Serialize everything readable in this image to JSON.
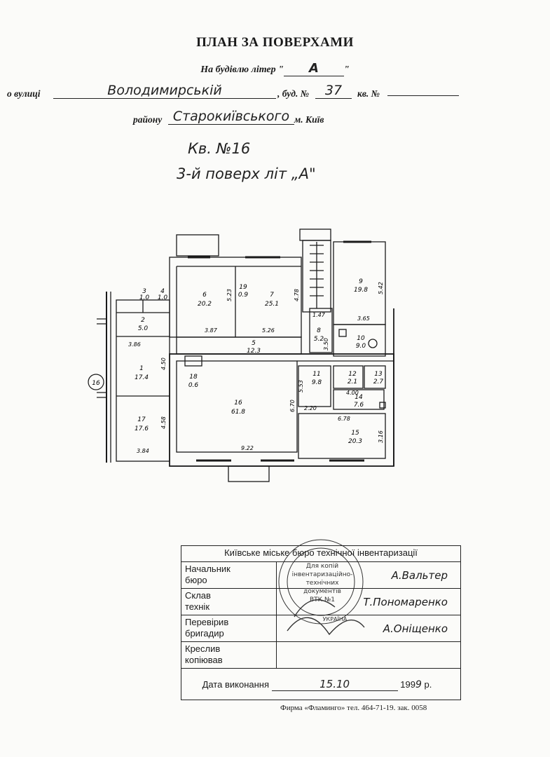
{
  "header": {
    "title": "ПЛАН ЗА ПОВЕРХАМИ",
    "building_prefix": "На будівлю літер \"",
    "building_letter": "А",
    "building_suffix": "\"",
    "street_prefix": "о вулиці",
    "street_value": "Володимирській",
    "house_label": ", буд. №",
    "house_value": "37",
    "apt_label": "кв. №",
    "district_label": "району",
    "district_value": "Старокиївського",
    "city_label": "м. Київ"
  },
  "annotation": {
    "apartment": "Кв. №16",
    "floor": "3-й поверх літ „А\""
  },
  "plan": {
    "circle_label": "16",
    "rooms": [
      {
        "num": "1",
        "area": "17.4"
      },
      {
        "num": "2",
        "area": "5.0"
      },
      {
        "num": "3",
        "area": "1.0"
      },
      {
        "num": "4",
        "area": "1.0"
      },
      {
        "num": "5",
        "area": "12.3"
      },
      {
        "num": "6",
        "area": "20.2"
      },
      {
        "num": "7",
        "area": "25.1"
      },
      {
        "num": "8",
        "area": "5.2"
      },
      {
        "num": "9",
        "area": "19.8"
      },
      {
        "num": "10",
        "area": "9.0"
      },
      {
        "num": "11",
        "area": "9.8"
      },
      {
        "num": "12",
        "area": "2.1"
      },
      {
        "num": "13",
        "area": "2.7"
      },
      {
        "num": "14",
        "area": "7.6"
      },
      {
        "num": "15",
        "area": "20.3"
      },
      {
        "num": "16",
        "area": "61.8"
      },
      {
        "num": "17",
        "area": "17.6"
      },
      {
        "num": "18",
        "area": "0.6"
      },
      {
        "num": "19",
        "area": "0.9"
      }
    ],
    "dims": [
      "3.86",
      "4.50",
      "4.58",
      "3.84",
      "5.23",
      "3.87",
      "5.26",
      "4.78",
      "1.47",
      "3.50",
      "5.42",
      "3.65",
      "5.53",
      "2.20",
      "4.00",
      "6.70",
      "9.22",
      "6.78",
      "3.16"
    ]
  },
  "office": {
    "header": "Київське міське бюро технічної інвентаризації",
    "rows": [
      {
        "role_1": "Начальник",
        "role_2": "бюро",
        "signature": "А.Вальтер"
      },
      {
        "role_1": "Склав",
        "role_2": "технік",
        "signature": "Т.Пономаренко"
      },
      {
        "role_1": "Перевірив",
        "role_2": "бригадир",
        "signature": "А.Оніщенко"
      },
      {
        "role_1": "Креслив",
        "role_2": "копіював",
        "signature": ""
      }
    ],
    "date_label": "Дата виконання",
    "date_value": "15.10",
    "year_prefix": "199",
    "year_digit": "9",
    "year_suffix": "р."
  },
  "stamp": {
    "line1": "Для копій",
    "line2": "інвентаризаційно-",
    "line3": "технічних",
    "line4": "документів",
    "line5": "ВТК №1",
    "ring": "УКРАЇНА"
  },
  "footer": {
    "firm": "Фирма «Фламинго» тел. 464-71-19. зак. 0058"
  }
}
